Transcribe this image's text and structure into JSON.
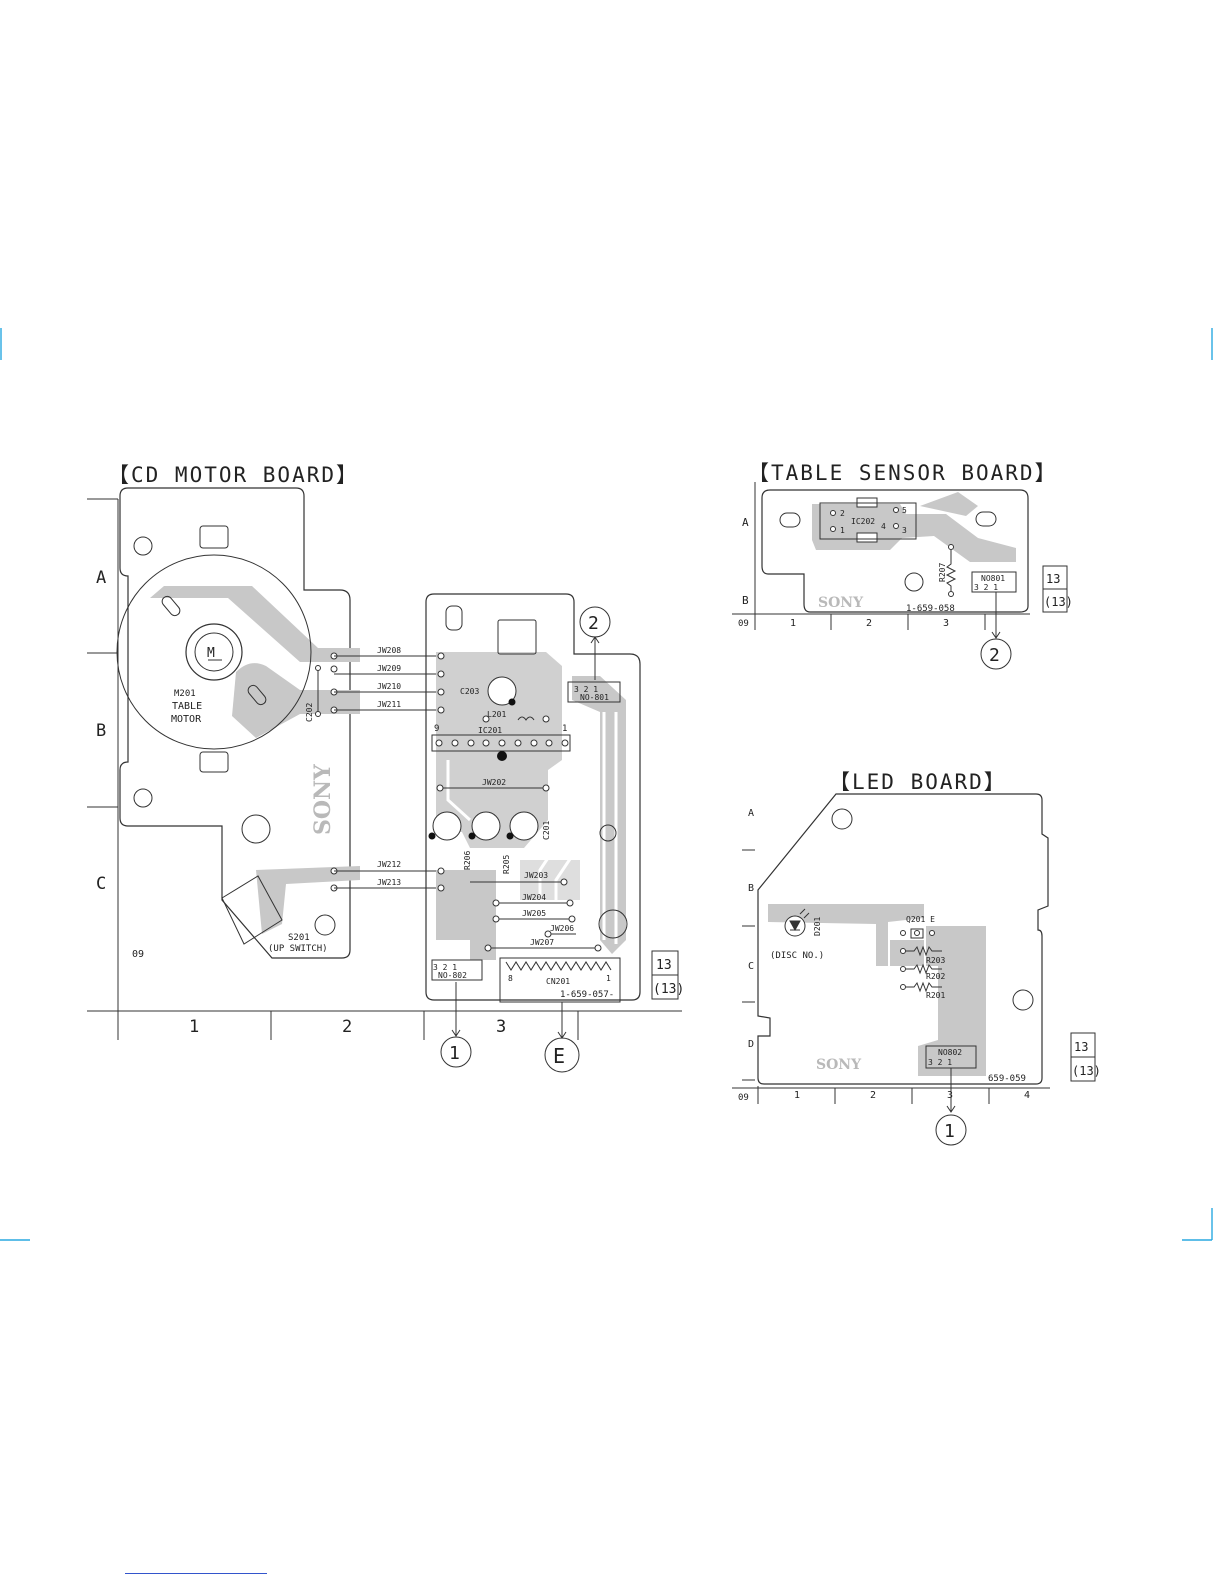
{
  "boards": {
    "cd_motor": {
      "title": "【CD MOTOR BOARD】",
      "row_labels": [
        "A",
        "B",
        "C"
      ],
      "col_labels": [
        "1",
        "2",
        "3"
      ],
      "sheet_code": "09",
      "jumpers": [
        "JW208",
        "JW209",
        "JW210",
        "JW211",
        "JW212",
        "JW213",
        "JW202",
        "JW203",
        "JW204",
        "JW205",
        "JW206",
        "JW207"
      ],
      "motor_ref": "M201",
      "motor_name_1": "TABLE",
      "motor_name_2": "MOTOR",
      "motor_symbol": "M",
      "switch_ref": "S201",
      "switch_name": "(UP SWITCH)",
      "ic_ref": "IC201",
      "ic_pin_9": "9",
      "ic_pin_1": "1",
      "coil_ref": "L201",
      "caps": [
        "C202",
        "C203",
        "C201"
      ],
      "resistors": [
        "R206",
        "R205"
      ],
      "connectors": [
        "NO-801",
        "NO-802",
        "CN201"
      ],
      "conn801_pins": "3 2 1",
      "conn802_pins": "3 2 1",
      "cn201_pin_8": "8",
      "cn201_pin_1": "1",
      "part_number": "1-659-057-",
      "page_ref_top": "13",
      "page_ref_bottom": "(13)",
      "arrow_refs": [
        "2",
        "1",
        "E"
      ],
      "brand": "SONY"
    },
    "table_sensor": {
      "title": "【TABLE SENSOR BOARD】",
      "row_labels": [
        "A",
        "B"
      ],
      "col_labels": [
        "1",
        "2",
        "3"
      ],
      "sheet_code": "09",
      "ic_ref": "IC202",
      "ic_pins": [
        "2",
        "1",
        "5",
        "4",
        "3"
      ],
      "resistor_ref": "R207",
      "connector_ref": "NO801",
      "connector_pins": "3 2 1",
      "part_number": "1-659-058",
      "page_ref_top": "13",
      "page_ref_bottom": "(13)",
      "arrow_ref": "2",
      "brand": "SONY"
    },
    "led": {
      "title": "【LED BOARD】",
      "row_labels": [
        "A",
        "B",
        "C",
        "D"
      ],
      "col_labels": [
        "1",
        "2",
        "3",
        "4"
      ],
      "sheet_code": "09",
      "diode_ref": "D201",
      "diode_name": "(DISC NO.)",
      "transistor_label": "Q201 E",
      "resistors": [
        "R203",
        "R202",
        "R201"
      ],
      "connector_ref": "NO802",
      "connector_pins": "3 2 1",
      "part_number": "659-059",
      "page_ref_top": "13",
      "page_ref_bottom": "(13)",
      "arrow_ref": "1",
      "brand": "SONY"
    }
  }
}
